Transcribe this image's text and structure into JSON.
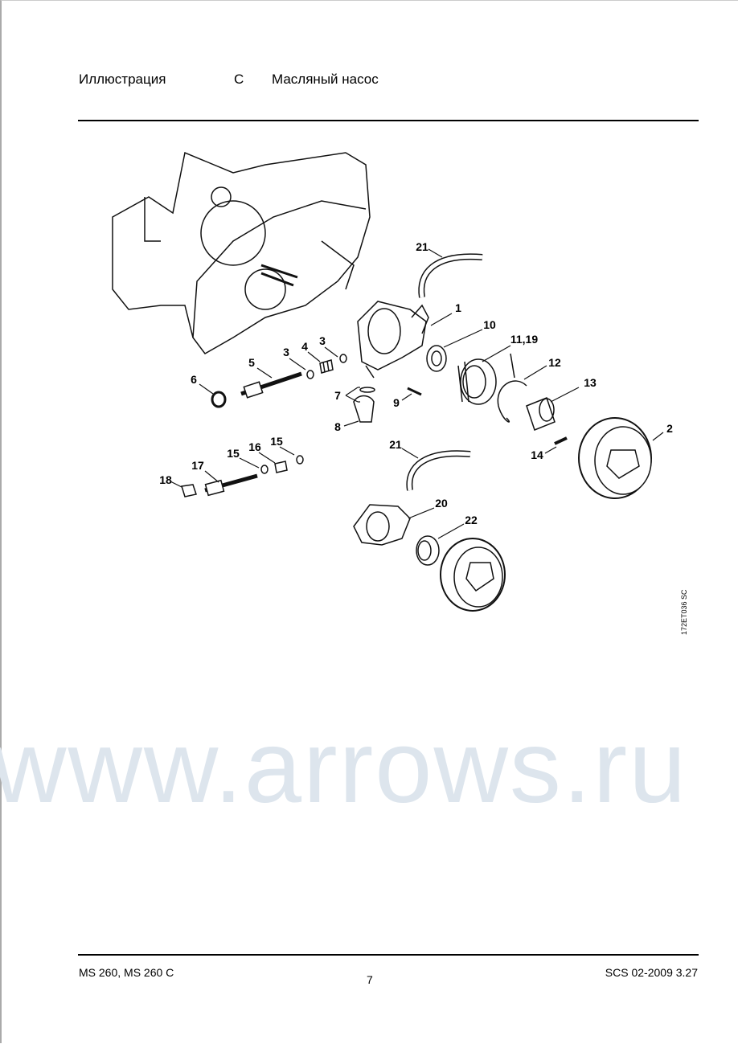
{
  "header": {
    "section_label": "Иллюстрация",
    "section_code": "C",
    "section_title": "Масляный насос"
  },
  "watermark": "www.arrows.ru",
  "diagram": {
    "drawing_code": "172ET036 SC",
    "callouts": [
      "21",
      "1",
      "10",
      "11,19",
      "12",
      "13",
      "2",
      "14",
      "3",
      "4",
      "3",
      "5",
      "6",
      "7",
      "9",
      "8",
      "21",
      "20",
      "22",
      "15",
      "16",
      "15",
      "17",
      "18"
    ]
  },
  "footer": {
    "model": "MS 260, MS 260 C",
    "page_number": "7",
    "revision": "SCS 02-2009 3.27"
  }
}
